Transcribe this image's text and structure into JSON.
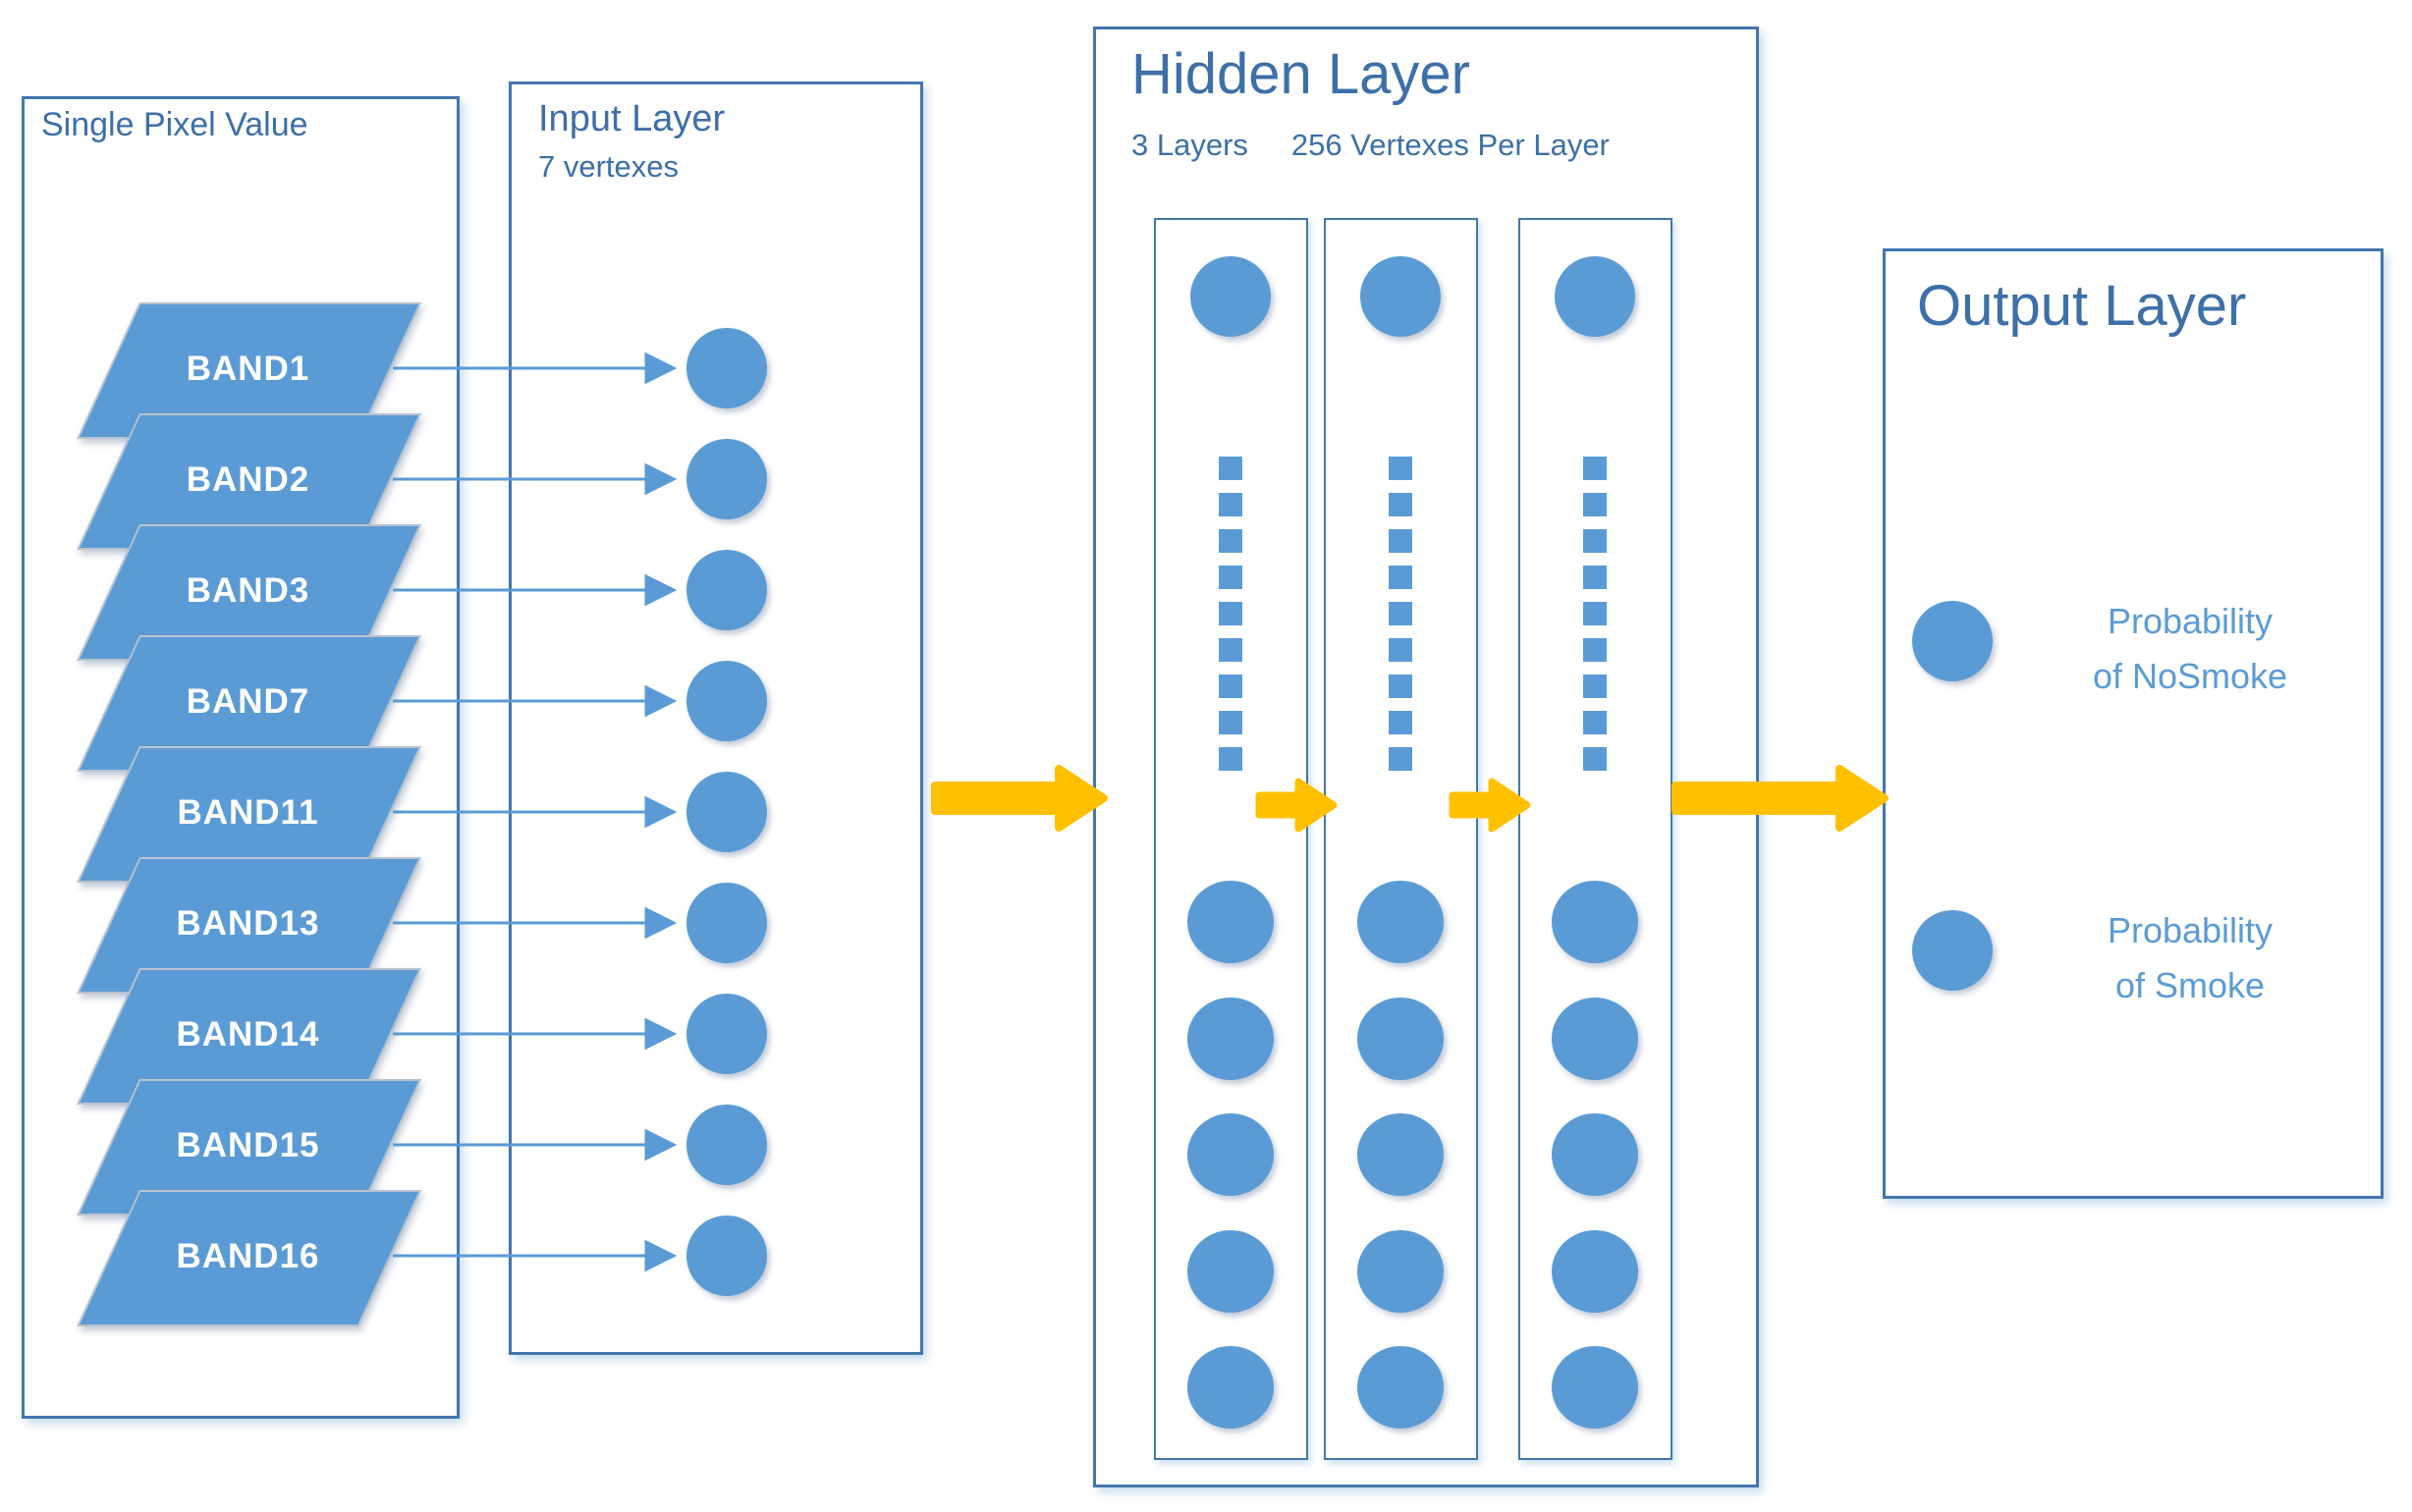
{
  "colors": {
    "node_fill": "#5b9bd5",
    "box_border": "#4376ad",
    "title_text": "#3d6fa8",
    "band_text": "#ffffff",
    "probability_text": "#5b9bd5",
    "arrow_gold": "#FFC000"
  },
  "single_pixel_box": {
    "title": "Single Pixel Value",
    "bands": [
      "BAND1",
      "BAND2",
      "BAND3",
      "BAND7",
      "BAND11",
      "BAND13",
      "BAND14",
      "BAND15",
      "BAND16"
    ]
  },
  "input_layer": {
    "title": "Input Layer",
    "subtitle": "7 vertexes",
    "vertex_count": 9
  },
  "hidden_layer": {
    "title": "Hidden Layer",
    "subtitle_layers": "3 Layers",
    "subtitle_vertexes": "256 Vertexes Per Layer",
    "column_count": 3,
    "top_circles_per_column": 1,
    "ellipsis_dots_per_column": 9,
    "bottom_circles_per_column": 5
  },
  "output_layer": {
    "title": "Output Layer",
    "outputs": [
      {
        "line1": "Probability",
        "line2": "of NoSmoke"
      },
      {
        "line1": "Probability",
        "line2": "of Smoke"
      }
    ]
  }
}
